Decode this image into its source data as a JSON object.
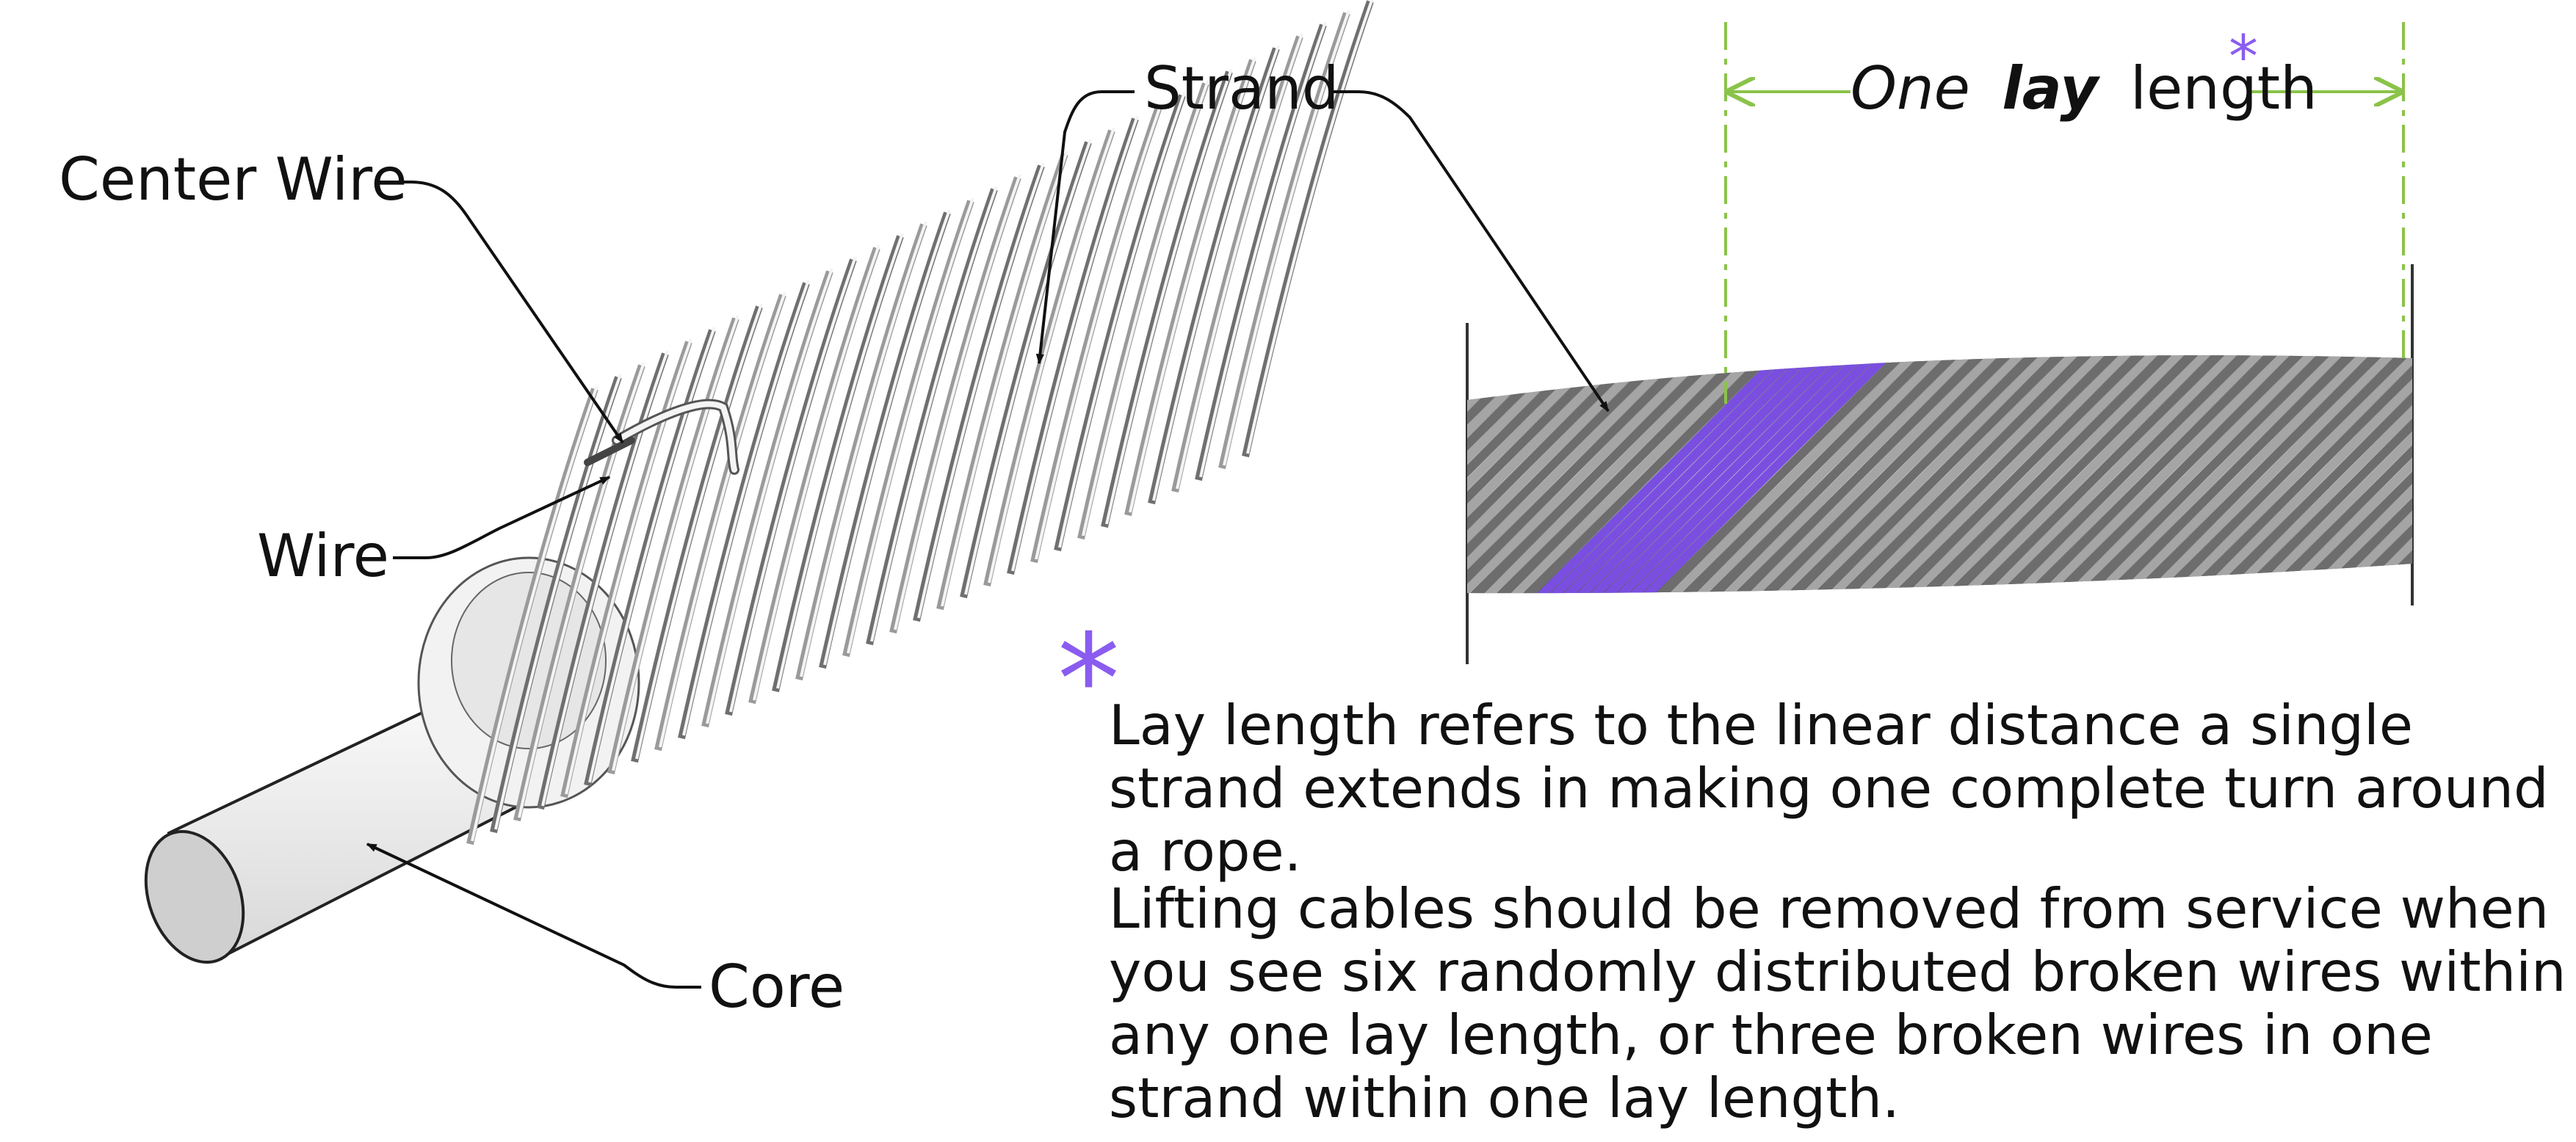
{
  "labels": {
    "center_wire": "Center Wire",
    "strand": "Strand",
    "wire": "Wire",
    "core": "Core"
  },
  "lay_header": {
    "one": "One",
    "lay": "lay",
    "length": "length",
    "asterisk": "*"
  },
  "footnote": {
    "asterisk": "*",
    "definition": "Lay length refers to the linear distance a single strand extends in making one complete turn around a rope.",
    "guidance": "Lifting cables should be removed from service when you see six randomly distributed broken wires within any one lay length, or three broken wires in one strand within one lay length."
  },
  "colors": {
    "highlight_strand": "#7a4fe0",
    "asterisk": "#8a5cf0",
    "dimension_line": "#8bc34a",
    "wire_gray": "#9a9a9a"
  }
}
